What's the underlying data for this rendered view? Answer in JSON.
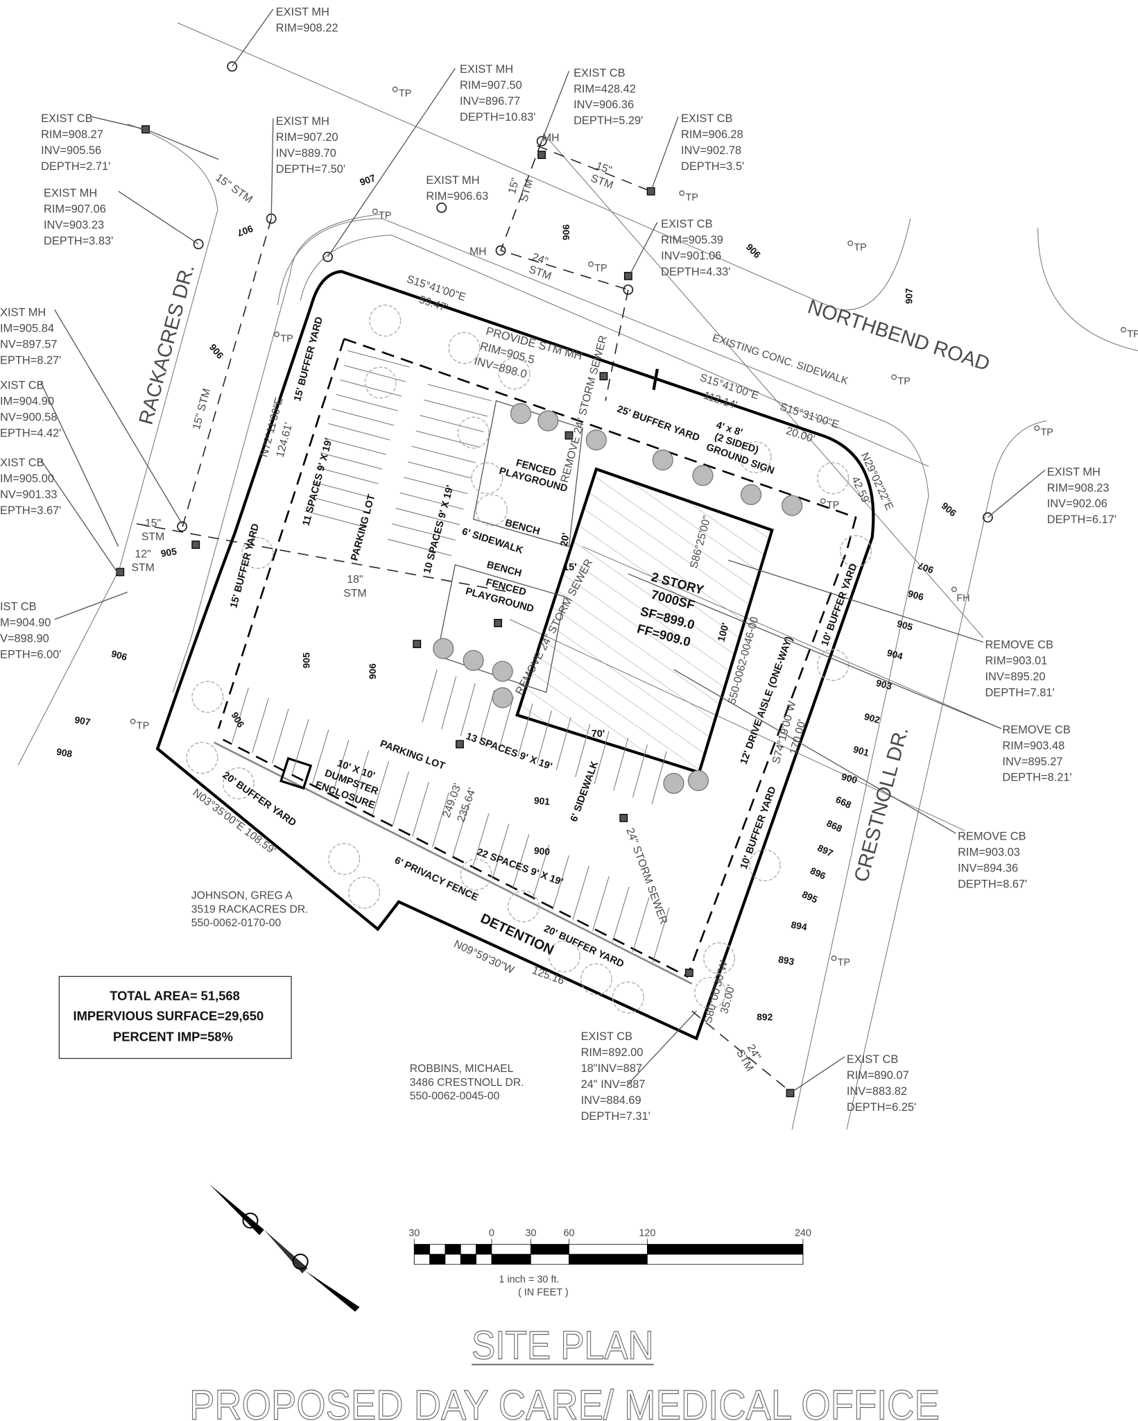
{
  "title": {
    "sheet": "SITE PLAN",
    "project": "PROPOSED DAY CARE/ MEDICAL OFFICE"
  },
  "area_summary": {
    "total": "TOTAL AREA= 51,568",
    "impervious": "IMPERVIOUS SURFACE=29,650",
    "percent": "PERCENT IMP=58%"
  },
  "scale": {
    "ticks": [
      "30",
      "0",
      "30",
      "60",
      "120",
      "240"
    ],
    "ratio": "1 inch =  30     ft.",
    "units": "( IN FEET )"
  },
  "callouts": [
    {
      "lines": [
        "EXIST MH",
        "RIM=908.22"
      ]
    },
    {
      "lines": [
        "EXIST MH",
        "RIM=907.50",
        "INV=896.77",
        "DEPTH=10.83'"
      ]
    },
    {
      "lines": [
        "EXIST CB",
        "RIM=428.42",
        "INV=906.36",
        "DEPTH=5.29'"
      ]
    },
    {
      "lines": [
        "EXIST CB",
        "RIM=908.27",
        "INV=905.56",
        "DEPTH=2.71'"
      ]
    },
    {
      "lines": [
        "EXIST MH",
        "RIM=907.20",
        "INV=889.70",
        "DEPTH=7.50'"
      ]
    },
    {
      "lines": [
        "EXIST CB",
        "RIM=906.28",
        "INV=902.78",
        "DEPTH=3.5'"
      ]
    },
    {
      "lines": [
        "EXIST MH",
        "RIM=906.63"
      ]
    },
    {
      "lines": [
        "EXIST MH",
        "RIM=907.06",
        "INV=903.23",
        "DEPTH=3.83'"
      ]
    },
    {
      "lines": [
        "EXIST CB",
        "RIM=905.39",
        "INV=901.06",
        "DEPTH=4.33'"
      ]
    },
    {
      "lines": [
        "XIST MH",
        "IM=905.84",
        "NV=897.57",
        "EPTH=8.27'"
      ]
    },
    {
      "lines": [
        "XIST CB",
        "IM=904.90",
        "NV=900.58",
        "EPTH=4.42'"
      ]
    },
    {
      "lines": [
        "XIST CB",
        "IM=905.00",
        "NV=901.33",
        "EPTH=3.67'"
      ]
    },
    {
      "lines": [
        "IST CB",
        "M=904.90",
        "V=898.90",
        "EPTH=6.00'"
      ]
    },
    {
      "lines": [
        "EXIST MH",
        "RIM=908.23",
        "INV=902.06",
        "DEPTH=6.17'"
      ]
    },
    {
      "lines": [
        "REMOVE CB",
        "RIM=903.01",
        "INV=895.20",
        "DEPTH=7.81'"
      ]
    },
    {
      "lines": [
        "REMOVE CB",
        "RIM=903.48",
        "INV=895.27",
        "DEPTH=8.21'"
      ]
    },
    {
      "lines": [
        "REMOVE CB",
        "RIM=903.03",
        "INV=894.36",
        "DEPTH=8.67'"
      ]
    },
    {
      "lines": [
        "EXIST CB",
        "RIM=892.00",
        "18\"INV=887",
        "24\" INV=887",
        "INV=884.69",
        "DEPTH=7.31'"
      ]
    },
    {
      "lines": [
        "EXIST CB",
        "RIM=890.07",
        "INV=883.82",
        "DEPTH=6.25'"
      ]
    },
    {
      "lines": [
        "PROVIDE STM MH",
        "RIM=905.5",
        "INV=898.0"
      ]
    }
  ],
  "owners": [
    {
      "lines": [
        "JOHNSON, GREG A",
        "3519 RACKACRES DR.",
        "550-0062-0170-00"
      ]
    },
    {
      "lines": [
        "ROBBINS, MICHAEL",
        "3486 CRESTNOLL DR.",
        "550-0062-0045-00"
      ]
    }
  ],
  "bold_labels": [
    "15' BUFFER YARD",
    "11 SPACES 9' X 19'",
    "PARKING LOT",
    "15' BUFFER YARD",
    "10 SPACES 9' X 19'",
    "FENCED",
    "PLAYGROUND",
    "BENCH",
    "6' SIDEWALK",
    "20'",
    "BENCH",
    "15'",
    "FENCED",
    "PLAYGROUND",
    "25' BUFFER YARD",
    "4' x 8'",
    "(2 SIDED)",
    "GROUND SIGN",
    "2 STORY",
    "7000SF",
    "SF=899.0",
    "FF=909.0",
    "100'",
    "70'",
    "12' DRIVE AISLE (ONE-WAY)",
    "10' BUFFER YARD",
    "10' BUFFER YARD",
    "PARKING LOT",
    "13 SPACES 9' X 19'",
    "10' X 10'",
    "DUMPSTER",
    "ENCLOSURE",
    "20' BUFFER YARD",
    "6' SIDEWALK",
    "22 SPACES 9' X 19'",
    "6' PRIVACY FENCE",
    "DETENTION",
    "20' BUFFER YARD"
  ],
  "contours": [
    "907",
    "907",
    "906",
    "906",
    "907",
    "906",
    "905",
    "906",
    "907",
    "908",
    "905",
    "906",
    "906",
    "901",
    "900",
    "906",
    "907",
    "906",
    "905",
    "904",
    "903",
    "902",
    "901",
    "900",
    "668",
    "868",
    "897",
    "896",
    "895",
    "894",
    "893",
    "892"
  ],
  "thin_labels": [
    "NORTHBEND ROAD",
    "EXISTING CONC. SIDEWALK",
    "RACKACRES DR.",
    "CRESTNOLL DR.",
    "S15°41'00\"E",
    "59.47'",
    "S15°41'00\"E",
    "112.14'",
    "S15°31'00\"E",
    "20.00'",
    "N29°02'22\"E",
    "42.59'",
    "N72°11'00\"E",
    "124.61'",
    "N03°35'00\"E 108.59'",
    "N09°59'30\"W",
    "125.16'",
    "S80°00'30\"W",
    "35.00'",
    "S74°19'00\"W",
    "170.00'",
    "550-0062-0046-00",
    "249.03'",
    "235.64'",
    "S86°25'00\"",
    "REMOVE 24\" STORM SEWER",
    "REMOVE 24\" STORM SEWER",
    "24\" STORM SEWER",
    "15\" STM",
    "15\" STM",
    "15\"",
    "STM",
    "12\"",
    "STM",
    "24\"",
    "STM",
    "15\"",
    "STM",
    "15\"",
    "STM",
    "18\"",
    "STM",
    "24\"",
    "STM",
    "MH",
    "MH"
  ],
  "markers": {
    "tp": "TP",
    "fh": "FH"
  }
}
